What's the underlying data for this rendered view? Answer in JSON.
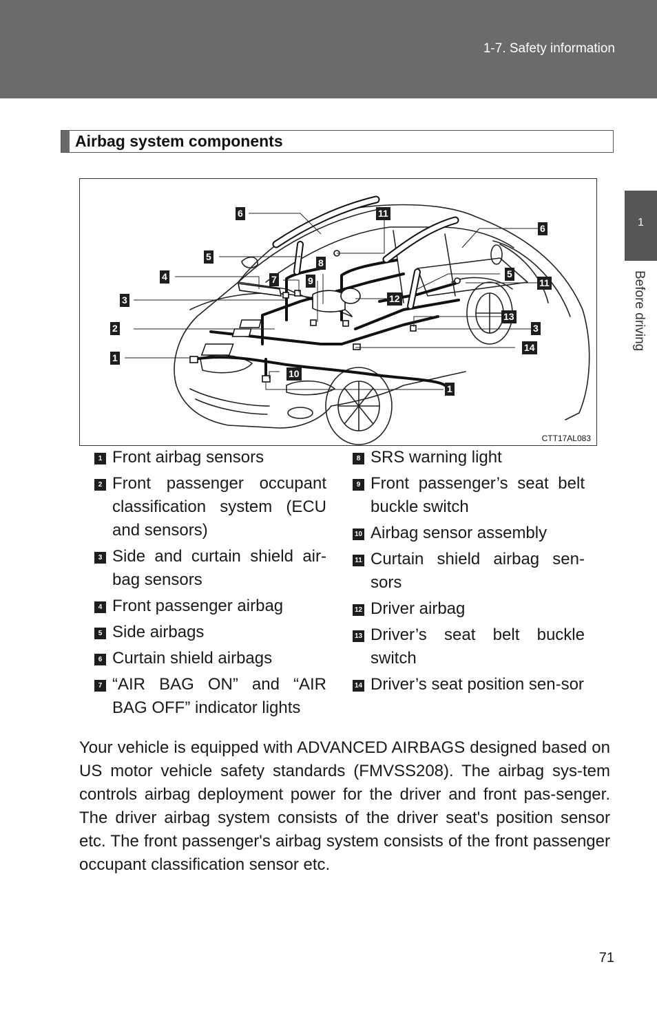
{
  "header": {
    "section_ref": "1-7. Safety information"
  },
  "side_tab": {
    "number": "1",
    "label": "Before driving"
  },
  "heading": "Airbag system components",
  "figure": {
    "code": "CTT17AL083",
    "callouts": [
      "6",
      "11",
      "6",
      "5",
      "8",
      "4",
      "7",
      "9",
      "5",
      "11",
      "3",
      "12",
      "13",
      "2",
      "3",
      "14",
      "1",
      "10",
      "1"
    ]
  },
  "legend": {
    "left": [
      {
        "num": "1",
        "text": "Front airbag sensors"
      },
      {
        "num": "2",
        "text": "Front passenger occupant classification system (ECU and sensors)"
      },
      {
        "num": "3",
        "text": "Side and curtain shield air-bag sensors"
      },
      {
        "num": "4",
        "text": "Front passenger airbag"
      },
      {
        "num": "5",
        "text": "Side airbags"
      },
      {
        "num": "6",
        "text": "Curtain shield airbags"
      },
      {
        "num": "7",
        "text": "“AIR BAG ON” and “AIR BAG OFF” indicator lights"
      }
    ],
    "right": [
      {
        "num": "8",
        "text": "SRS warning light"
      },
      {
        "num": "9",
        "text": "Front passenger’s seat belt buckle switch"
      },
      {
        "num": "10",
        "text": "Airbag sensor assembly"
      },
      {
        "num": "11",
        "text": "Curtain shield airbag sen-sors"
      },
      {
        "num": "12",
        "text": "Driver airbag"
      },
      {
        "num": "13",
        "text": "Driver’s seat belt buckle switch"
      },
      {
        "num": "14",
        "text": "Driver’s seat position sen-sor"
      }
    ]
  },
  "body_text": "Your vehicle is equipped with ADVANCED AIRBAGS designed based on US motor vehicle safety standards (FMVSS208). The airbag sys-tem controls airbag deployment power for the driver and front pas-senger. The driver airbag system consists of the driver seat's position sensor etc. The front passenger's airbag system consists of the front passenger occupant classification sensor etc.",
  "page_number": "71"
}
